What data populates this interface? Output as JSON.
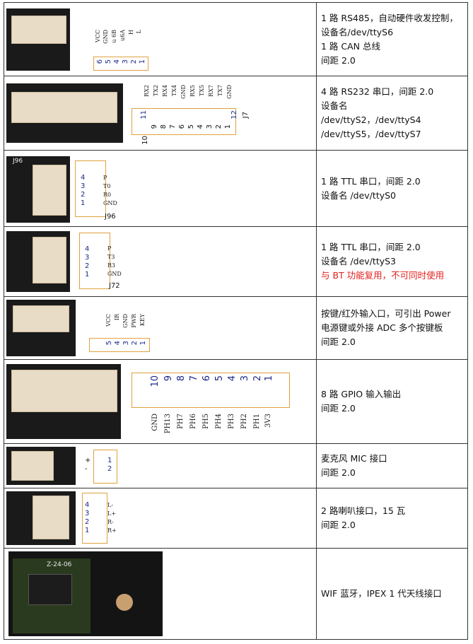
{
  "rows": [
    {
      "lines": [
        "1 路 RS485，自动硬件收发控制，",
        "设备名/dev/ttyS6",
        "1 路 CAN 总线",
        "间距 2.0"
      ],
      "pins": [
        "VCC",
        "GND",
        "u 6B",
        "u6A",
        "H",
        "L"
      ],
      "numbers": [
        "6",
        "5",
        "4",
        "3",
        "2",
        "1"
      ]
    },
    {
      "lines": [
        "4 路 RS232 串口，间距 2.0",
        "设备名",
        "/dev/ttyS2，/dev/ttyS4",
        "/dev/ttyS5，/dev/ttyS7"
      ],
      "pins": [
        "RX2",
        "TX2",
        "RX4",
        "TX4",
        "GND",
        "RX5",
        "TX5",
        "RX7",
        "TX7",
        "GND"
      ],
      "numbers_top": [
        "11",
        "12"
      ],
      "numbers": [
        "10",
        "9",
        "8",
        "7",
        "6",
        "5",
        "4",
        "3",
        "2",
        "1"
      ],
      "label": "J7"
    },
    {
      "lines": [
        "1 路 TTL 串口，间距 2.0",
        "设备名 /dev/ttyS0"
      ],
      "pins": [
        "P",
        "T0",
        "R0",
        "GND"
      ],
      "numbers": [
        "4",
        "3",
        "2",
        "1"
      ],
      "label": "J96",
      "board_label": "J96"
    },
    {
      "lines": [
        "1 路 TTL 串口，间距 2.0",
        "设备名 /dev/ttyS3"
      ],
      "warning": "与 BT 功能复用，不可同时使用",
      "pins": [
        "P",
        "T3",
        "R3",
        "GND"
      ],
      "numbers": [
        "4",
        "3",
        "2",
        "1"
      ],
      "label": "J72"
    },
    {
      "lines": [
        "按键/红外输入口，可引出 Power",
        "电源键或外接 ADC 多个按键板",
        "间距 2.0"
      ],
      "pins": [
        "VCC",
        "IR",
        "GND",
        "PWR",
        "KEY"
      ],
      "numbers": [
        "5",
        "4",
        "3",
        "2",
        "1"
      ]
    },
    {
      "lines": [
        "8 路 GPIO 输入输出",
        "间距 2.0"
      ],
      "pins": [
        "GND",
        "PH13",
        "PH7",
        "PH6",
        "PH5",
        "PH4",
        "PH3",
        "PH2",
        "PH1",
        "3V3"
      ],
      "numbers": [
        "10",
        "9",
        "8",
        "7",
        "6",
        "5",
        "4",
        "3",
        "2",
        "1"
      ]
    },
    {
      "lines": [
        "麦克风 MIC 接口",
        "间距 2.0"
      ],
      "signs": [
        "+",
        "-"
      ],
      "numbers": [
        "1",
        "2"
      ]
    },
    {
      "lines": [
        "2 路喇叭接口，15 瓦",
        "间距 2.0"
      ],
      "pins": [
        "L-",
        "L+",
        "R-",
        "R+"
      ],
      "numbers": [
        "4",
        "3",
        "2",
        "1"
      ]
    },
    {
      "lines": [
        "WIF 蓝牙，IPEX 1 代天线接口"
      ],
      "module_text": "Z-24-06"
    }
  ]
}
